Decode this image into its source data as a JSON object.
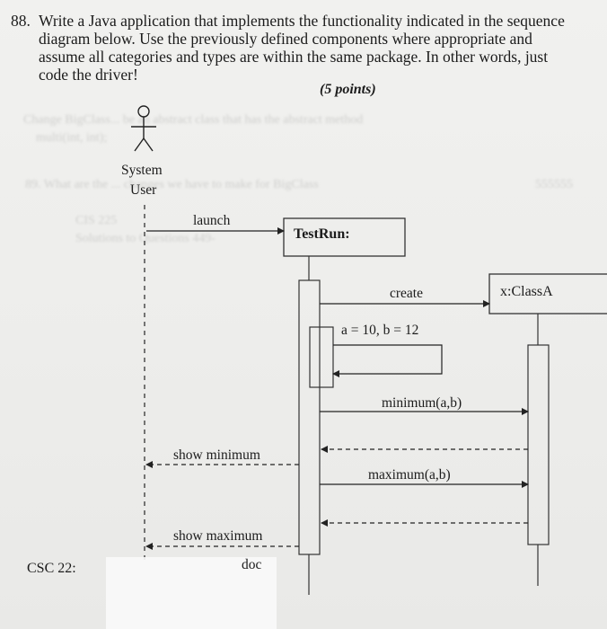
{
  "question": {
    "number": "88.",
    "lines": [
      "Write a Java application that implements the functionality indicated in the sequence",
      "diagram below. Use the previously defined components where appropriate and",
      "assume all categories and types are within the same package. In other words, just",
      "code the driver!"
    ],
    "points": "(5 points)"
  },
  "ghost_text": {
    "line1": "Change BigClass... be an abstract class that has the abstract method",
    "line2": "multi(int, int);",
    "line3": "89. What are the ... changes we have to make for BigClass",
    "line4": "CIS 225",
    "line5": "Solutions to Questions 449-",
    "line6": "555555"
  },
  "diagram": {
    "actor": {
      "line1": "System",
      "line2": "User"
    },
    "objects": {
      "testrun": "TestRun:",
      "classa": "x:ClassA"
    },
    "messages": {
      "launch": "launch",
      "create": "create",
      "assign": "a = 10, b = 12",
      "minimum": "minimum(a,b)",
      "show_min": "show minimum",
      "maximum": "maximum(a,b)",
      "show_max": "show maximum"
    }
  },
  "footer": {
    "course": "CSC 22:",
    "doc": "doc"
  }
}
